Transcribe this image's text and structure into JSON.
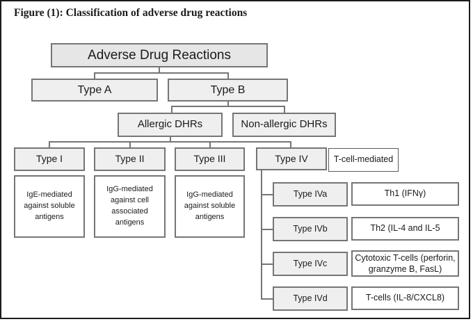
{
  "title": "Figure (1): Classification of adverse drug reactions",
  "nodes": {
    "root": "Adverse Drug Reactions",
    "type_a": "Type A",
    "type_b": "Type B",
    "allergic": "Allergic DHRs",
    "non_allergic": "Non-allergic DHRs",
    "type_i": "Type I",
    "type_i_desc": "IgE-mediated against soluble antigens",
    "type_ii": "Type II",
    "type_ii_desc": "IgG-mediated against cell associated antigens",
    "type_iii": "Type III",
    "type_iii_desc": "IgG-mediated against soluble antigens",
    "type_iv": "Type IV",
    "type_iv_note": "T-cell-mediated"
  },
  "subtypes": [
    {
      "label": "Type IVa",
      "desc": "Th1 (IFNγ)"
    },
    {
      "label": "Type IVb",
      "desc": "Th2 (IL-4 and IL-5"
    },
    {
      "label": "Type IVc",
      "desc": "Cytotoxic T-cells (perforin, granzyme B, FasL)"
    },
    {
      "label": "Type IVd",
      "desc": "T-cells (IL-8/CXCL8)"
    }
  ],
  "colors": {
    "box_fill_shaded": "#efefef",
    "root_fill": "#e6e6e6",
    "box_border": "#757575",
    "connector": "#757575",
    "frame": "#1b1b1b",
    "text": "#1a1a1a"
  }
}
